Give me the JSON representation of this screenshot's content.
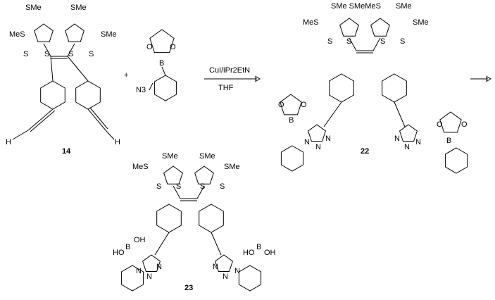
{
  "compound_14": {
    "label": "14",
    "sme_1": "SMe",
    "sme_2": "SMe",
    "mes": "MeS",
    "sme_3": "SMe",
    "s": "S",
    "h": "H"
  },
  "reagent": {
    "plus": "+",
    "n3": "N3",
    "b": "B",
    "o": "O"
  },
  "arrow_1": {
    "reagents_top": "CuI/iPr2EtN",
    "reagents_bottom": "THF"
  },
  "compound_22": {
    "label": "22",
    "top_labels": "SMe SMeMeS",
    "sme_left": "MeS",
    "sme_right": "SMe",
    "s": "S",
    "b": "B",
    "o": "O",
    "n": "N"
  },
  "compound_23": {
    "label": "23",
    "mes": "MeS",
    "sme": "SMe",
    "s": "S",
    "b": "B",
    "oh": "OH",
    "ho": "HO",
    "n": "N"
  }
}
